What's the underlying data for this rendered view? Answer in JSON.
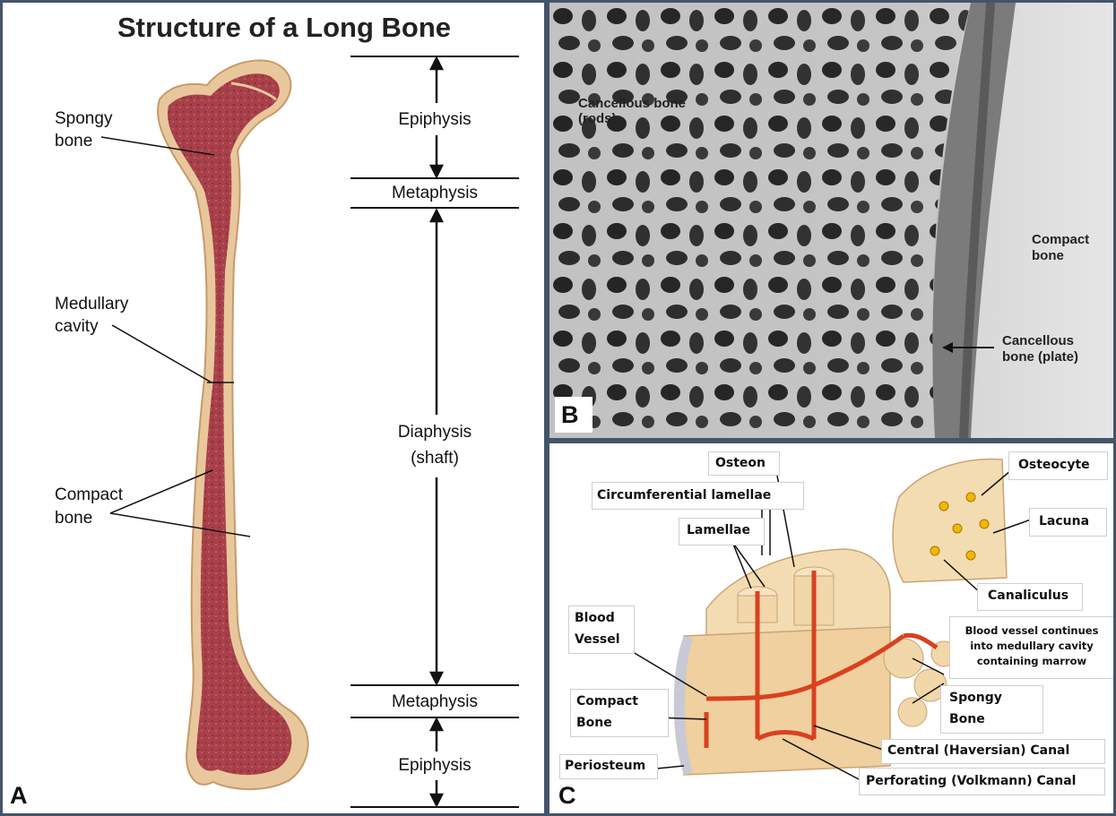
{
  "panel_a": {
    "letter": "A",
    "title": "Structure of a Long Bone",
    "labels": {
      "spongy_bone_1": "Spongy",
      "spongy_bone_2": "bone",
      "medullary_1": "Medullary",
      "medullary_2": "cavity",
      "compact_1": "Compact",
      "compact_2": "bone"
    },
    "zones": {
      "epiphysis_top": "Epiphysis",
      "metaphysis_top": "Metaphysis",
      "diaphysis_1": "Diaphysis",
      "diaphysis_2": "(shaft)",
      "metaphysis_bottom": "Metaphysis",
      "epiphysis_bottom": "Epiphysis"
    }
  },
  "panel_b": {
    "letter": "B",
    "labels": {
      "cancellous_rods_1": "Cancellous bone",
      "cancellous_rods_2": "(rods)",
      "compact_1": "Compact",
      "compact_2": "bone",
      "cancellous_plate_1": "Cancellous",
      "cancellous_plate_2": "bone (plate)"
    }
  },
  "panel_c": {
    "letter": "C",
    "labels": {
      "osteon": "Osteon",
      "circumferential": "Circumferential lamellae",
      "lamellae": "Lamellae",
      "blood_vessel_1": "Blood",
      "blood_vessel_2": "Vessel",
      "compact_1": "Compact",
      "compact_2": "Bone",
      "periosteum": "Periosteum",
      "osteocyte": "Osteocyte",
      "lacuna": "Lacuna",
      "canaliculus": "Canaliculus",
      "blood_continues_1": "Blood vessel continues",
      "blood_continues_2": "into medullary cavity",
      "blood_continues_3": "containing marrow",
      "spongy_1": "Spongy",
      "spongy_2": "Bone",
      "central_canal": "Central (Haversian) Canal",
      "perforating_canal": "Perforating (Volkmann) Canal"
    }
  },
  "colors": {
    "border": "#44546a",
    "marrow": "#a8404a",
    "bone_outer": "#e9c79c",
    "vessel": "#d9411f",
    "osteocyte": "#f2b705"
  }
}
